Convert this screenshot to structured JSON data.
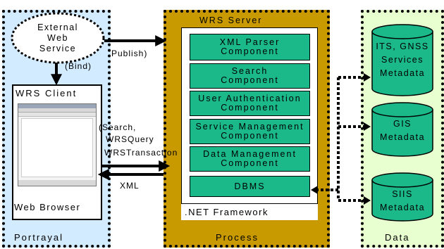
{
  "portrayal": {
    "title": "Portrayal",
    "ext_service": [
      "External",
      "Web",
      "Service"
    ],
    "bind_label": "(Bind)",
    "client_title": "WRS Client",
    "browser_label": "Web Browser"
  },
  "process": {
    "title": "Process",
    "server_title": "WRS Server",
    "components": [
      "XML Parser\nComponent",
      "Search\nComponent",
      "User Authentication\nComponent",
      "Service Management\nComponent",
      "Data Management\nComponent",
      "DBMS"
    ],
    "framework": ".NET Framework"
  },
  "data": {
    "title": "Data",
    "stores": [
      [
        "ITS, GNSS",
        "Services",
        "Metadata"
      ],
      [
        "GIS",
        "Metadata"
      ],
      [
        "SIIS",
        "Metadata"
      ]
    ]
  },
  "edges": {
    "publish": "Publish)",
    "search": "(Search,",
    "wrsquery": "WRSQuery",
    "wrstransaction": "WRSTransaction",
    "xml": "XML"
  },
  "colors": {
    "portrayal_bg": "#d3ebff",
    "process_bg": "#c89a00",
    "data_bg": "#e8ffd0",
    "component": "#1bb98a"
  }
}
